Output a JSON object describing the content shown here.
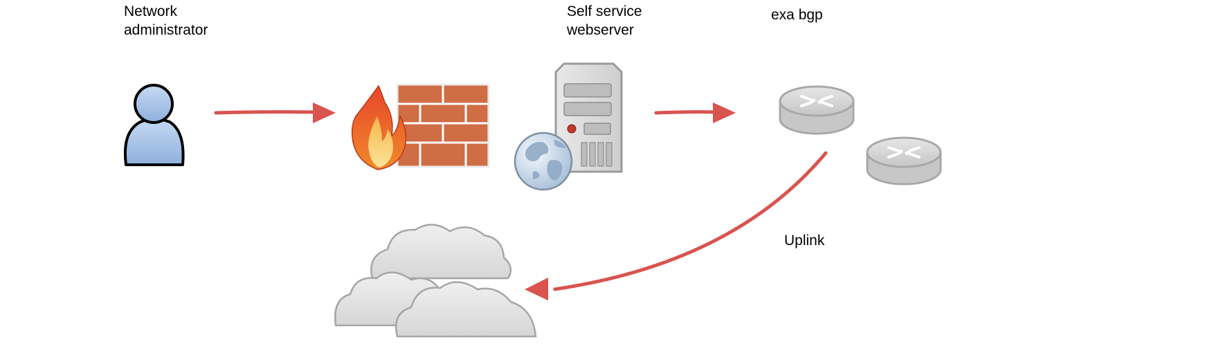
{
  "labels": {
    "network_administrator": "Network\nadministrator",
    "self_service_webserver": "Self service\nwebserver",
    "exa_bgp": "exa bgp",
    "uplink": "Uplink"
  },
  "nodes": [
    {
      "id": "user",
      "icon": "user-icon"
    },
    {
      "id": "firewall",
      "icon": "firewall-icon"
    },
    {
      "id": "webserver",
      "icon": "web-server-icon"
    },
    {
      "id": "router-primary",
      "icon": "router-icon"
    },
    {
      "id": "router-secondary",
      "icon": "router-icon"
    },
    {
      "id": "internet",
      "icon": "cloud-icon"
    }
  ],
  "edges": [
    {
      "from": "user",
      "to": "firewall"
    },
    {
      "from": "webserver",
      "to": "router-primary"
    },
    {
      "from": "router-primary",
      "to": "internet",
      "label": "uplink"
    }
  ],
  "colors": {
    "arrow": "#d9534f",
    "user_fill": "#a9c4e8",
    "brick": "#cf6d45",
    "server_gray": "#dcdcdc",
    "router_gray": "#d6d6d6",
    "cloud": "#e2e2e2"
  }
}
